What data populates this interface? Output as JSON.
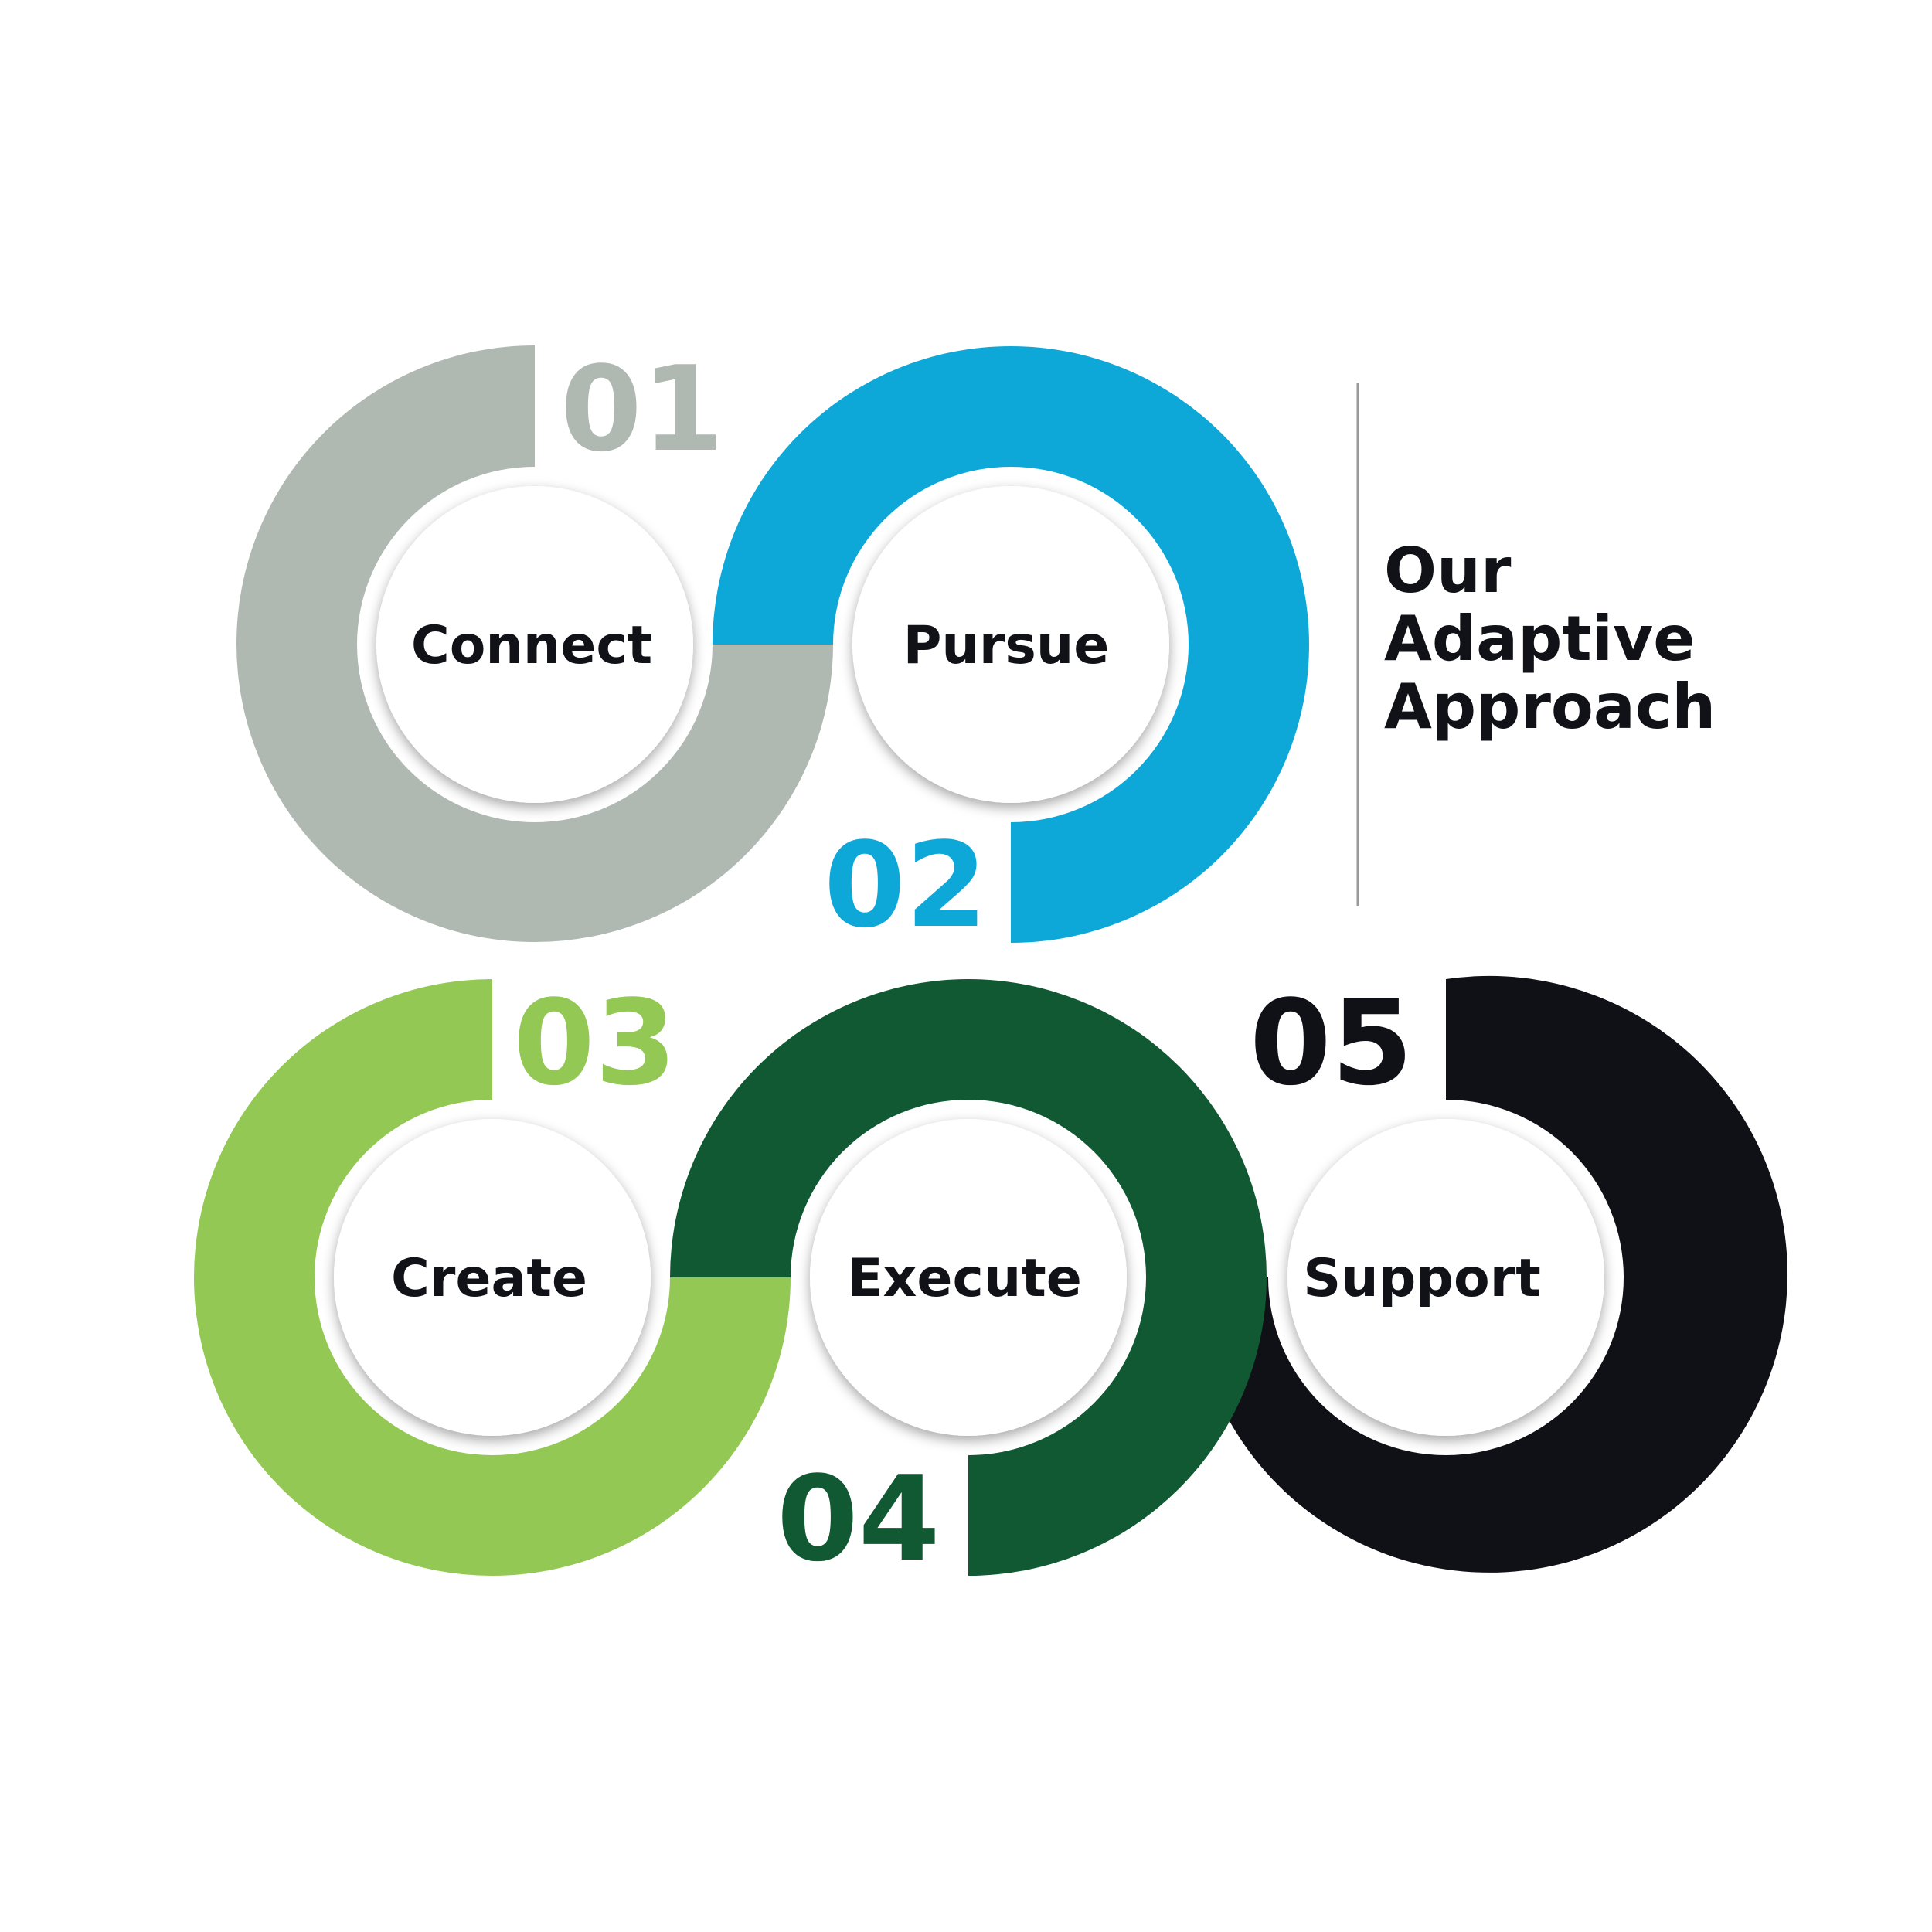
{
  "title": [
    "Our",
    "Adaptive",
    "Approach"
  ],
  "steps": [
    {
      "number": "01",
      "label": "Connect",
      "color": "#b0b8b2"
    },
    {
      "number": "02",
      "label": "Pursue",
      "color": "#0ea8d8"
    },
    {
      "number": "03",
      "label": "Create",
      "color": "#92c853"
    },
    {
      "number": "04",
      "label": "Execute",
      "color": "#115932"
    },
    {
      "number": "05",
      "label": "Support",
      "color": "#101017"
    }
  ],
  "colors": {
    "text": "#111118",
    "divider": "#9a9a9a",
    "background": "#ffffff"
  }
}
